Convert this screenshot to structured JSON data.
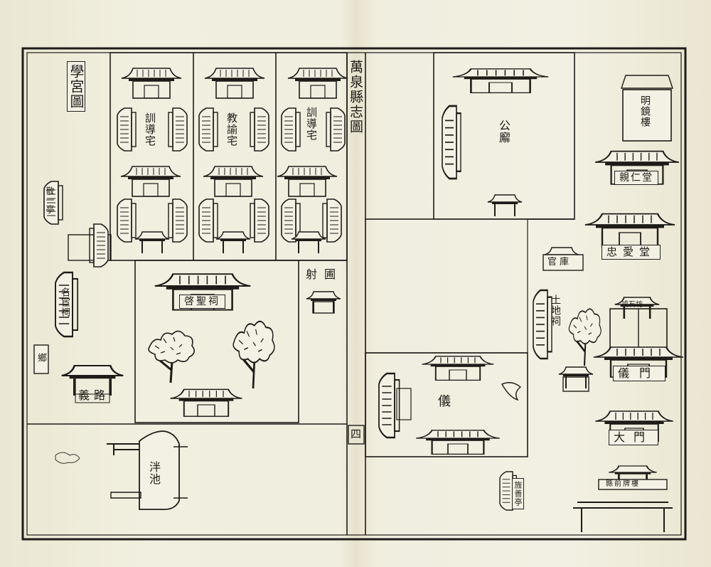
{
  "left_page": {
    "title": "學宮圖",
    "residences": [
      "訓導宅",
      "教諭宅",
      "訓導宅"
    ],
    "side_left_top": "敬一亭",
    "side_left_mid": "名宦祠",
    "side_left_low": "鄉",
    "gate_arch": "義路",
    "temple": "啓聖祠",
    "archery": "射圃",
    "bottom_gate": "泮池"
  },
  "center_strip": {
    "book_title": "萬泉縣志圖",
    "page_number": "四"
  },
  "right_page": {
    "public_office": "公廨",
    "center_hall": "儀",
    "side_hall": "土地祠",
    "lower_right_pavilion": "旌善亭",
    "top_tower": "明鏡樓",
    "hall_1": "親仁堂",
    "hall_2": "忠愛堂",
    "storehouse": "官庫",
    "archway": "戒石坊",
    "ceremonial_gate": "儀門",
    "main_gate": "大門",
    "grand_gate": "縣前牌樓"
  }
}
